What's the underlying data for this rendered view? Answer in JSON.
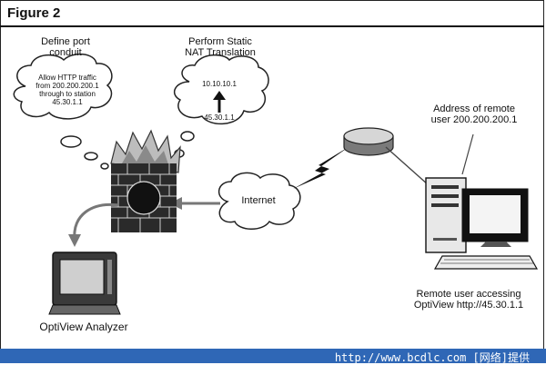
{
  "figure": {
    "title": "Figure 2",
    "bubble_define": {
      "heading": [
        "Define port",
        "conduit"
      ],
      "text": [
        "Allow HTTP traffic",
        "from 200.200.200.1",
        "through to station",
        "45.30.1.1"
      ]
    },
    "bubble_nat": {
      "heading": [
        "Perform Static",
        "NAT Translation"
      ],
      "ip_top": "10.10.10.1",
      "ip_bottom": "45.30.1.1"
    },
    "internet_label": "Internet",
    "remote_address": [
      "Address of remote",
      "user 200.200.200.1"
    ],
    "remote_user": [
      "Remote user accessing",
      "OptiView http://45.30.1.1"
    ],
    "analyzer_label": "OptiView Analyzer"
  },
  "footer": {
    "text": "http://www.bcdlc.com [网络]提供"
  },
  "colors": {
    "footer_bg": "#2f67b6",
    "ink": "#111111"
  }
}
